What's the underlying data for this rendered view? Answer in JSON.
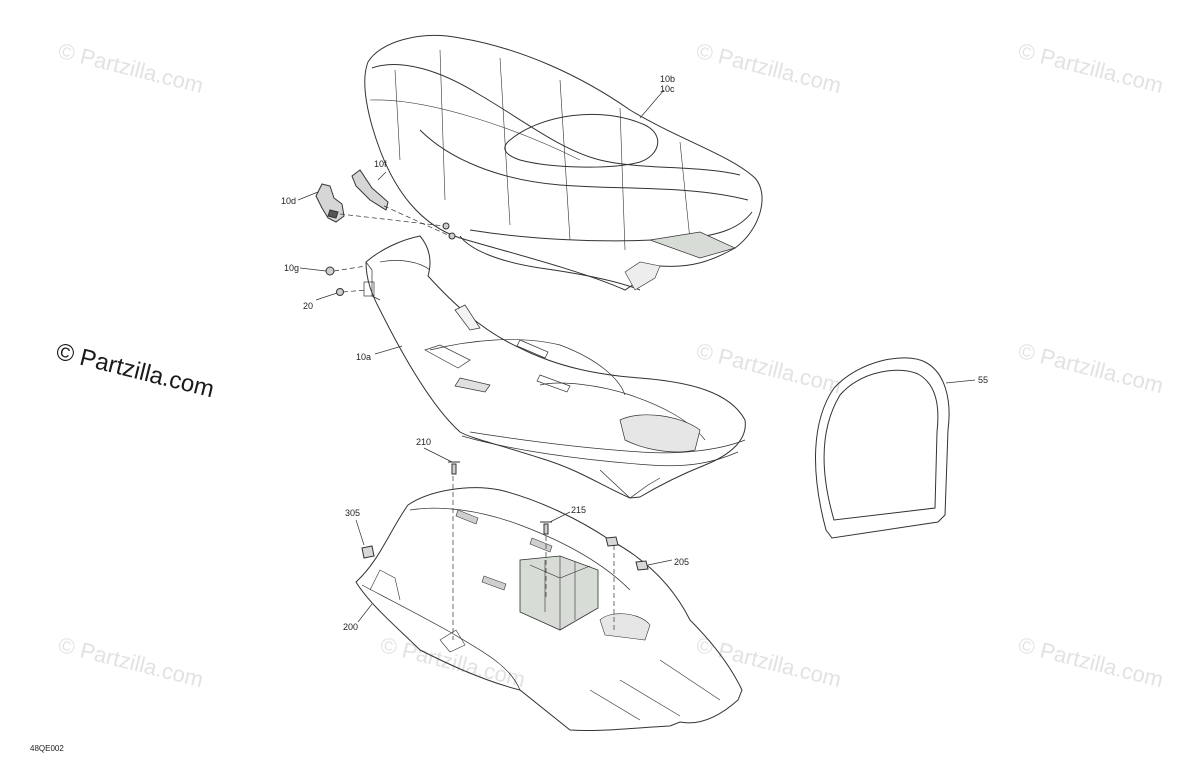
{
  "watermark": {
    "text": "© Partzilla.com",
    "color_faint": "#e2e2e2",
    "color_main": "#1a1a1a"
  },
  "diagram_code": "48QE002",
  "callouts": {
    "c10b": "10b",
    "c10c": "10c",
    "c10f": "10f",
    "c10d": "10d",
    "c10g": "10g",
    "c20": "20",
    "c10a": "10a",
    "c55": "55",
    "c210": "210",
    "c215": "215",
    "c305": "305",
    "c205": "205",
    "c200": "200"
  },
  "parts": {
    "seat_cover": "seat-assembly",
    "seat_base": "seat-base",
    "seal": "seal",
    "storage_bin": "storage-bin"
  }
}
